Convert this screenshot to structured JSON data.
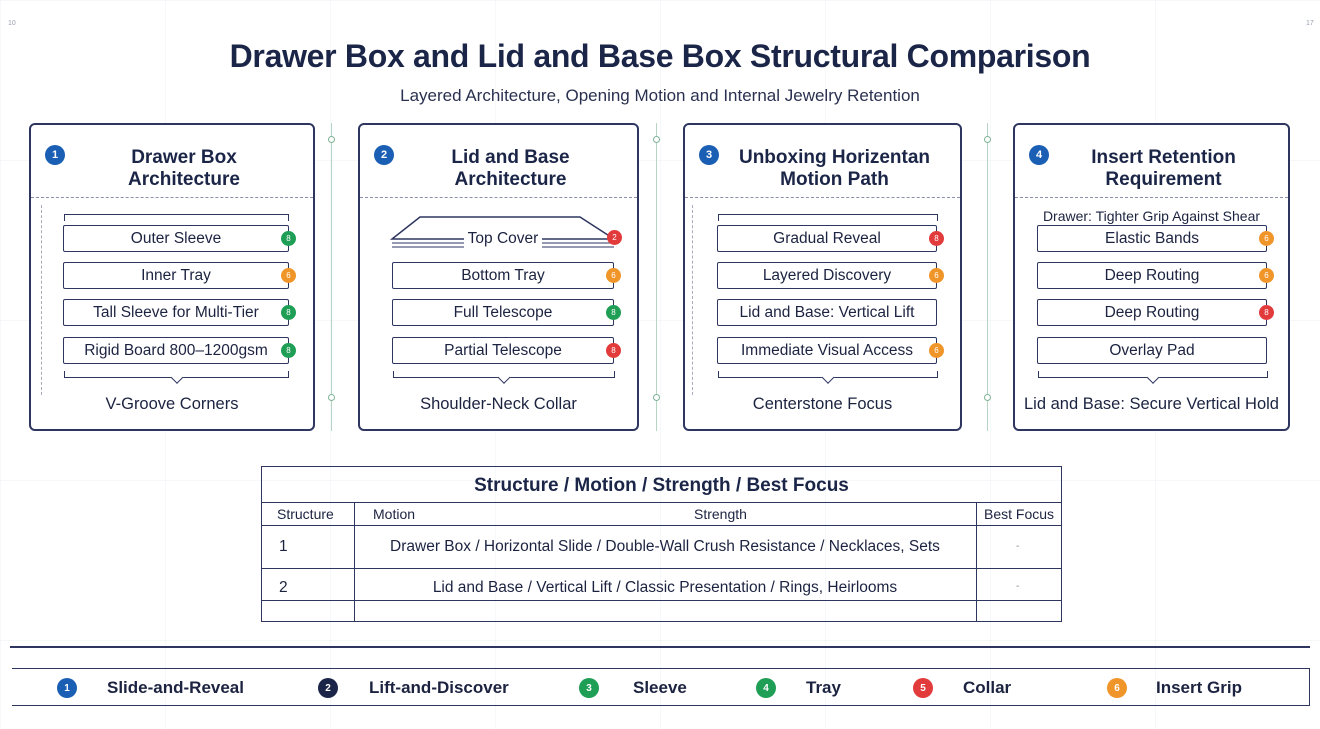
{
  "title": "Drawer Box and Lid and Base Box Structural Comparison",
  "subtitle": "Layered Architecture, Opening Motion and Internal Jewelry Retention",
  "colors": {
    "navy": "#1b2547",
    "blue": "#1a5fb4",
    "green": "#1f9e55",
    "orange": "#f0952a",
    "red": "#e23b3b",
    "dark": "#1b2547"
  },
  "panels": [
    {
      "number": "1",
      "title_line1": "Drawer Box",
      "title_line2": "Architecture",
      "items": [
        {
          "label": "Outer Sleeve",
          "dot": "green"
        },
        {
          "label": "Inner Tray",
          "dot": "orange"
        },
        {
          "label": "Tall Sleeve for Multi-Tier",
          "dot": "green"
        },
        {
          "label": "Rigid Board 800–1200gsm",
          "dot": "green"
        }
      ],
      "footer": "V-Groove Corners"
    },
    {
      "number": "2",
      "title_line1": "Lid and Base",
      "title_line2": "Architecture",
      "items": [
        {
          "label": "Top Cover",
          "dot": "red"
        },
        {
          "label": "Bottom Tray",
          "dot": "orange"
        },
        {
          "label": "Full Telescope",
          "dot": "green"
        },
        {
          "label": "Partial Telescope",
          "dot": "red"
        }
      ],
      "footer": "Shoulder-Neck Collar"
    },
    {
      "number": "3",
      "title_line1": "Unboxing Horizentan",
      "title_line2": "Motion Path",
      "items": [
        {
          "label": "Gradual Reveal",
          "dot": "red"
        },
        {
          "label": "Layered Discovery",
          "dot": "orange"
        },
        {
          "label": "Lid and Base: Vertical Lift",
          "dot": ""
        },
        {
          "label": "Immediate Visual Access",
          "dot": "orange"
        }
      ],
      "footer": "Centerstone Focus"
    },
    {
      "number": "4",
      "title_line1": "Insert Retention",
      "title_line2": "Requirement",
      "subheading": "Drawer: Tighter Grip Against Shear",
      "items": [
        {
          "label": "Elastic Bands",
          "dot": "orange"
        },
        {
          "label": "Deep Routing",
          "dot": "orange"
        },
        {
          "label": "Deep Routing",
          "dot": "red"
        },
        {
          "label": "Overlay Pad",
          "dot": ""
        }
      ],
      "footer": "Lid and Base: Secure Vertical Hold"
    }
  ],
  "table": {
    "title": "Structure / Motion / Strength / Best Focus",
    "headers": [
      "Structure",
      "Motion",
      "Strength",
      "Best Focus"
    ],
    "rows": [
      {
        "structure": "1",
        "content": "Drawer Box / Horizontal Slide / Double-Wall Crush Resistance / Necklaces, Sets",
        "focus": "-"
      },
      {
        "structure": "2",
        "content": "Lid and Base / Vertical Lift / Classic Presentation / Rings, Heirlooms",
        "focus": "-"
      }
    ]
  },
  "legend": [
    {
      "number": "1",
      "label": "Slide-and-Reveal",
      "color": "blue"
    },
    {
      "number": "2",
      "label": "Lift-and-Discover",
      "color": "dark"
    },
    {
      "number": "3",
      "label": "Sleeve",
      "color": "green"
    },
    {
      "number": "4",
      "label": "Tray",
      "color": "green"
    },
    {
      "number": "5",
      "label": "Collar",
      "color": "red"
    },
    {
      "number": "6",
      "label": "Insert Grip",
      "color": "orange"
    }
  ]
}
